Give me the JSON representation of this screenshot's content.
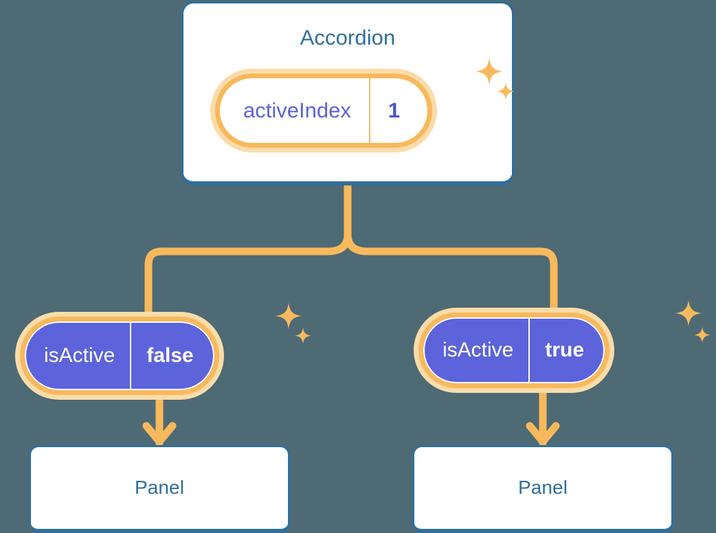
{
  "theme": {
    "background": "#4e6a74",
    "card_border": "#2f6f9e",
    "card_fill": "#ffffff",
    "title_color": "#2f6f9e",
    "accent_orange": "#f8b95c",
    "accent_orange_soft": "#fbdcaa",
    "state_purple": "#5d63db",
    "state_text": "#ffffff"
  },
  "root": {
    "title": "Accordion",
    "state": {
      "key": "activeIndex",
      "value": "1"
    },
    "sparkle_name": "sparkle-icon"
  },
  "children": [
    {
      "state": {
        "key": "isActive",
        "value": "false"
      },
      "panel": {
        "title": "Panel"
      },
      "sparkle_name": "sparkle-icon"
    },
    {
      "state": {
        "key": "isActive",
        "value": "true"
      },
      "panel": {
        "title": "Panel"
      },
      "sparkle_name": "sparkle-icon"
    }
  ],
  "connectors": {
    "root_to_children_name": "branch-connector",
    "state_to_panel_left_name": "arrow-connector-left",
    "state_to_panel_right_name": "arrow-connector-right"
  }
}
